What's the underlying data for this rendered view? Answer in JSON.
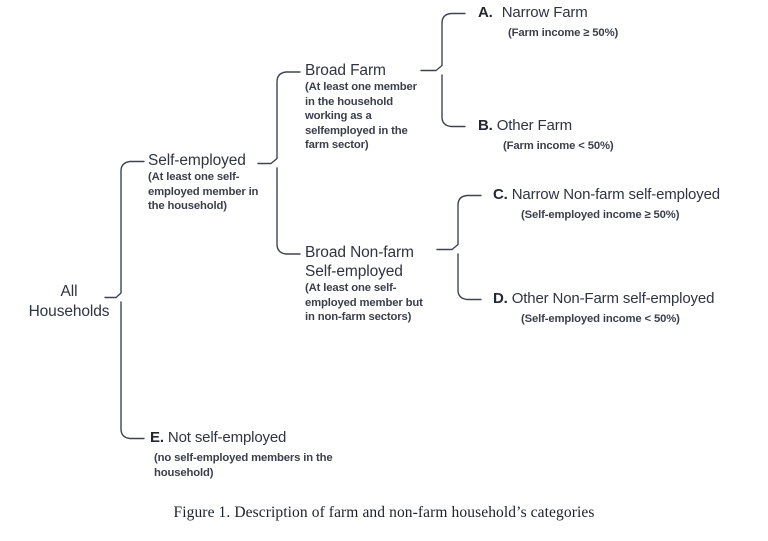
{
  "figure": {
    "caption": "Figure 1.  Description of farm and non-farm household’s categories",
    "line_color": "#3f4450",
    "text_color": "#2f3440"
  },
  "root": {
    "line1": "All",
    "line2": "Households"
  },
  "nodes": {
    "self_employed": {
      "title": "Self-employed",
      "note": "(At least one self-employed member in the household)"
    },
    "broad_farm": {
      "title": "Broad Farm",
      "note": "(At least one member in the household working as a selfemployed in the farm sector)"
    },
    "broad_nonfarm": {
      "title_line1": "Broad Non-farm",
      "title_line2": "Self-employed",
      "note": "(At least one self-employed member but in non-farm sectors)"
    }
  },
  "leaves": [
    {
      "key": "narrow-farm",
      "label": "A.",
      "title": "Narrow Farm",
      "note": "(Farm income ≥ 50%)"
    },
    {
      "key": "other-farm",
      "label": "B.",
      "title": "Other Farm",
      "note": "(Farm income < 50%)"
    },
    {
      "key": "narrow-nonfarm-self-employed",
      "label": "C.",
      "title": "Narrow Non-farm self-employed",
      "note": "(Self-employed income ≥ 50%)"
    },
    {
      "key": "other-nonfarm-self-employed",
      "label": "D.",
      "title": "Other Non-Farm self-employed",
      "note": "(Self-employed income < 50%)"
    },
    {
      "key": "not-self-employed",
      "label": "E.",
      "title": "Not self-employed",
      "note": "(no self-employed members in the household)"
    }
  ]
}
